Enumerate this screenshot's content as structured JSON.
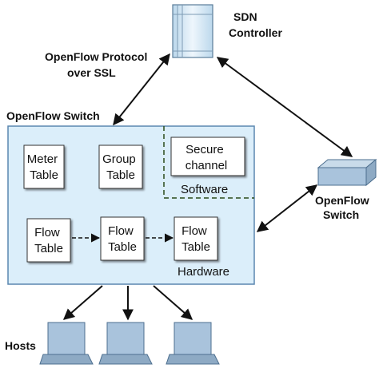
{
  "controller": {
    "label_line1": "SDN",
    "label_line2": "Controller"
  },
  "protocol": {
    "line1": "OpenFlow Protocol",
    "line2": "over SSL"
  },
  "main_switch": {
    "title": "OpenFlow Switch",
    "meter_table": {
      "line1": "Meter",
      "line2": "Table"
    },
    "group_table": {
      "line1": "Group",
      "line2": "Table"
    },
    "secure_channel": {
      "line1": "Secure",
      "line2": "channel"
    },
    "software_label": "Software",
    "flow_tables": [
      {
        "line1": "Flow",
        "line2": "Table"
      },
      {
        "line1": "Flow",
        "line2": "Table"
      },
      {
        "line1": "Flow",
        "line2": "Table"
      }
    ],
    "hardware_label": "Hardware"
  },
  "remote_switch": {
    "label_line1": "OpenFlow",
    "label_line2": "Switch"
  },
  "hosts": {
    "label": "Hosts"
  },
  "colors": {
    "switch_fill": "#dbeefa",
    "device_fill": "#a9c3dc",
    "device_stroke": "#4d6f8f",
    "controller_fill": "#dcecf7",
    "arrow": "#111111"
  }
}
